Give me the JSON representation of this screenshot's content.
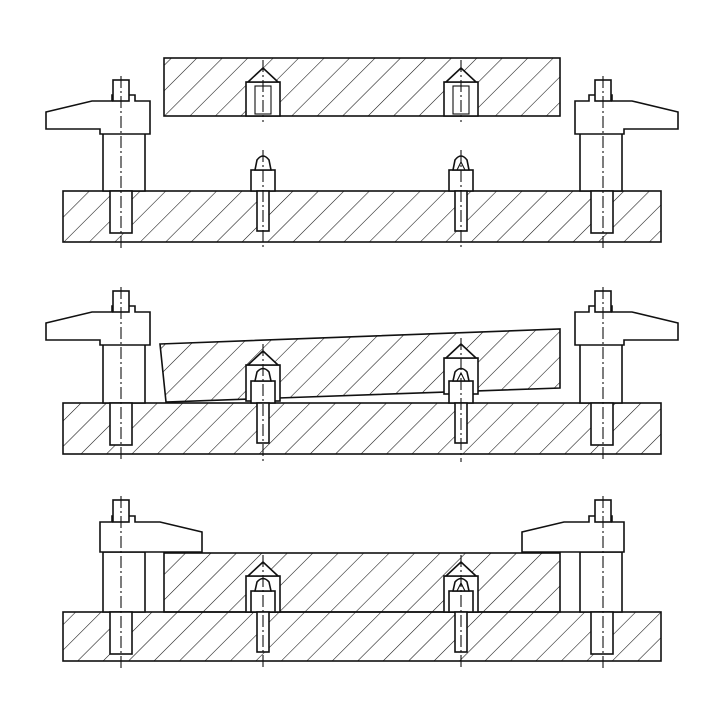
{
  "figure": {
    "stages": [
      {
        "id": "stage-1",
        "state": "separated"
      },
      {
        "id": "stage-2",
        "state": "tilted"
      },
      {
        "id": "stage-3",
        "state": "clamped"
      }
    ]
  },
  "colors": {
    "line": "#111111",
    "background": "#ffffff"
  }
}
